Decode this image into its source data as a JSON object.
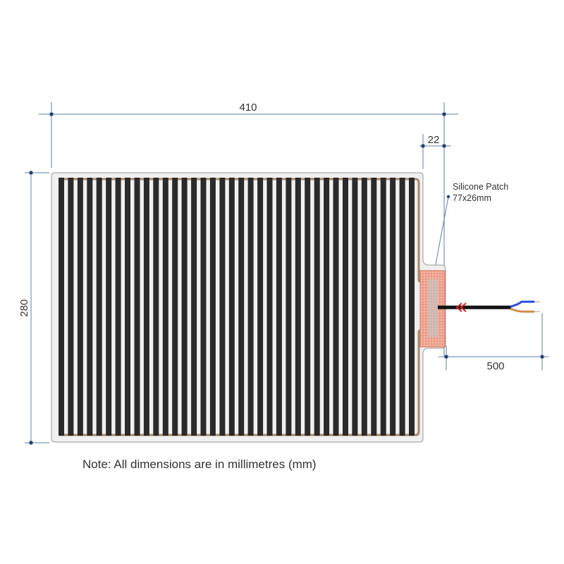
{
  "dimensions": {
    "width": "410",
    "height": "280",
    "tab_offset": "22",
    "cable_length": "500"
  },
  "callout": {
    "line1": "Silicone Patch",
    "line2": "77x26mm"
  },
  "note": "Note: All dimensions are in millimetres (mm)",
  "heater": {
    "strip_count": 38
  },
  "colors": {
    "dimension_line": "#5b7fae",
    "strip": "#2a2a2a",
    "busbar": "#a88a6c",
    "patch": "#e0735a",
    "wire_blue": "#2a48d8",
    "wire_brown": "#d08a4a"
  }
}
